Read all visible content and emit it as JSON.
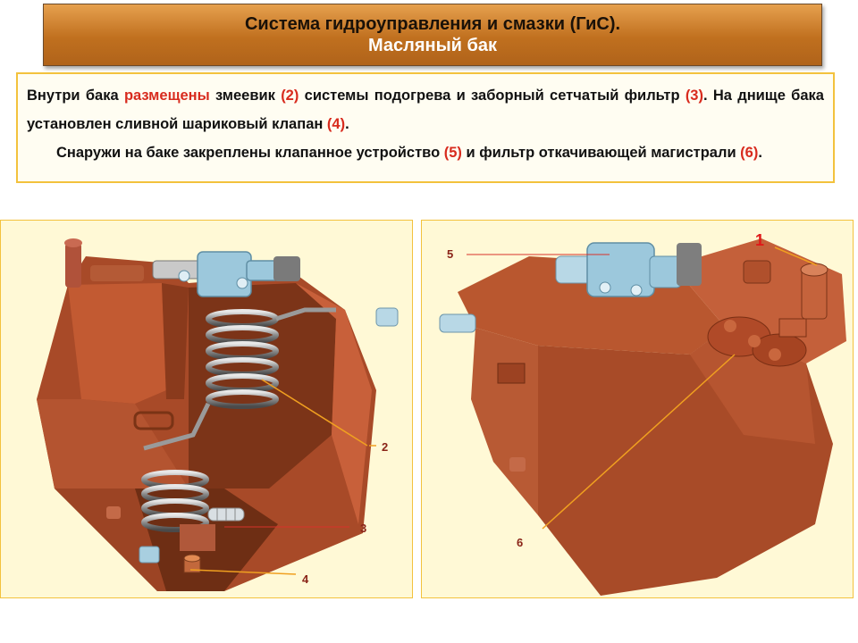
{
  "header": {
    "title": "Система гидроуправления и смазки (ГиС).",
    "subtitle": "Масляный бак"
  },
  "description": {
    "p1": [
      {
        "t": "Внутри бака "
      },
      {
        "t": "размещены",
        "hl": true
      },
      {
        "t": " змеевик "
      },
      {
        "t": "(2)",
        "hl": true
      },
      {
        "t": " системы подогрева и заборный сетчатый фильтр "
      },
      {
        "t": "(3)",
        "hl": true
      },
      {
        "t": ". На днище бака установлен сливной шариковый клапан "
      },
      {
        "t": "(4)",
        "hl": true
      },
      {
        "t": "."
      }
    ],
    "p2": [
      {
        "t": "Снаружи на баке закреплены клапанное устройство "
      },
      {
        "t": "(5)",
        "hl": true
      },
      {
        "t": " и фильтр откачивающей магистрали "
      },
      {
        "t": "(6)",
        "hl": true
      },
      {
        "t": "."
      }
    ]
  },
  "callouts": {
    "left": [
      "2",
      "3",
      "4"
    ],
    "right": [
      "5",
      "1",
      "6"
    ]
  },
  "colors": {
    "highlight": "#d82b1e",
    "tank": "#b4532e",
    "panel_border": "#f3c23d",
    "panel_bg": "#fff9d6",
    "leader_line": "#f0a020"
  }
}
